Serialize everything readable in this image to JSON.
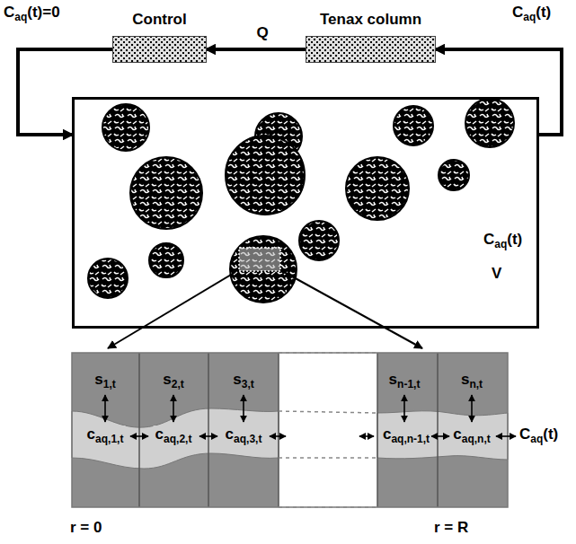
{
  "diagram": {
    "nodes": [
      {
        "text": [
          "Control"
        ]
      },
      {
        "text": [
          "Tenax column"
        ]
      },
      {
        "text": [
          "Caq(t)",
          "V"
        ]
      }
    ],
    "edges": [
      {
        "from": 1,
        "to": 0,
        "arrow": "to",
        "label": "Q"
      },
      {
        "from": 2,
        "to": 1,
        "arrow": "to",
        "label": "Caq(t)"
      },
      {
        "from": 0,
        "to": 2,
        "arrow": "to",
        "label": "Caq(t)=0"
      }
    ],
    "labels": [
      "s1,t",
      "s2,t",
      "s3,t",
      "sn-1,t",
      "sn,t",
      "caq,1,t",
      "caq,2,t",
      "caq,3,t",
      "caq,n-1,t",
      "caq,n,t",
      "Caq(t)",
      "r = 0",
      "r = R"
    ]
  }
}
